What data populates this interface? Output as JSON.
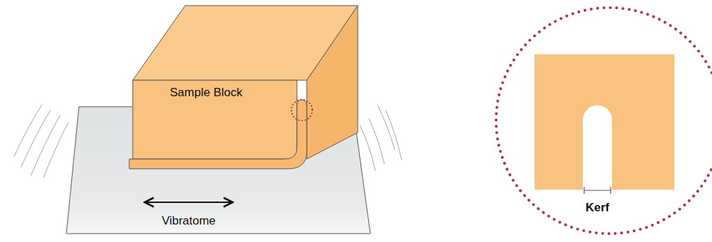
{
  "diagram": {
    "labels": [
      "Sample Block",
      "Vibratome",
      "Kerf"
    ]
  }
}
